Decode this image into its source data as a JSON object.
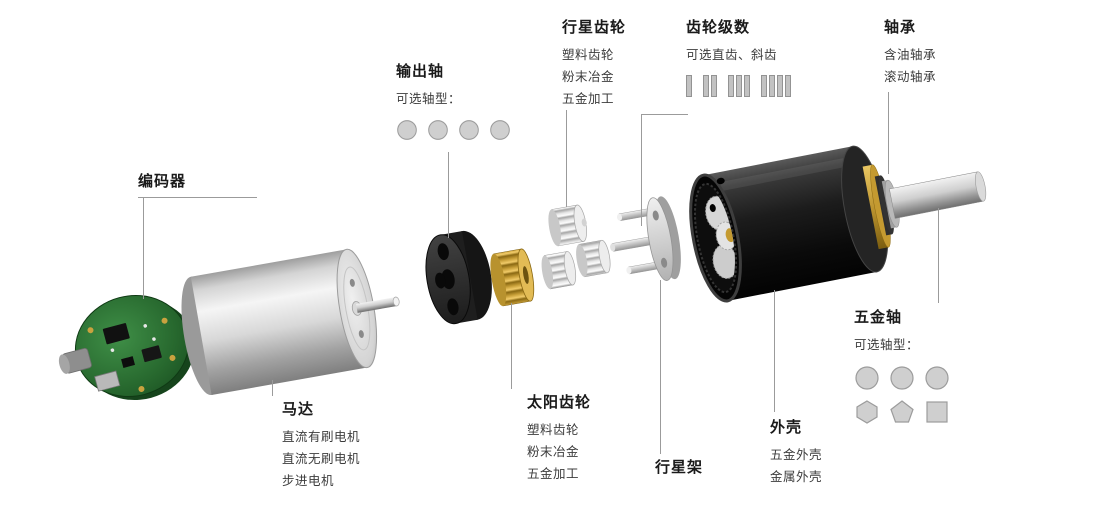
{
  "colors": {
    "background": "#ffffff",
    "title_text": "#1a1a1a",
    "body_text": "#3c3c3c",
    "callout_line": "#9b9b9b",
    "shape_fill": "#cfcfcf",
    "bar_fill": "#c2c2c2",
    "pcb_green": "#27682e",
    "brass": "#c49a30",
    "housing_black": "#161616",
    "motor_silver": "#d8d8d8"
  },
  "labels": {
    "encoder": {
      "title": "编码器"
    },
    "output_shaft": {
      "title": "输出轴",
      "subtitle": "可选轴型：",
      "shaft_types": [
        "circle",
        "circle",
        "circle",
        "circle"
      ]
    },
    "planetary_gear": {
      "title": "行星齿轮",
      "lines": [
        "塑料齿轮",
        "粉末冶金",
        "五金加工"
      ]
    },
    "gear_stages": {
      "title": "齿轮级数",
      "subtitle": "可选直齿、斜齿",
      "stage_counts": [
        1,
        2,
        3,
        4
      ]
    },
    "bearing": {
      "title": "轴承",
      "lines": [
        "含油轴承",
        "滚动轴承"
      ]
    },
    "motor": {
      "title": "马达",
      "lines": [
        "直流有刷电机",
        "直流无刷电机",
        "步进电机"
      ]
    },
    "sun_gear": {
      "title": "太阳齿轮",
      "lines": [
        "塑料齿轮",
        "粉末冶金",
        "五金加工"
      ]
    },
    "planet_carrier": {
      "title": "行星架"
    },
    "housing": {
      "title": "外壳",
      "lines": [
        "五金外壳",
        "金属外壳"
      ]
    },
    "metal_shaft": {
      "title": "五金轴",
      "subtitle": "可选轴型：",
      "shaft_types_row1": [
        "circle",
        "circle",
        "circle"
      ],
      "shaft_types_row2": [
        "hexagon",
        "pentagon",
        "square"
      ]
    }
  }
}
